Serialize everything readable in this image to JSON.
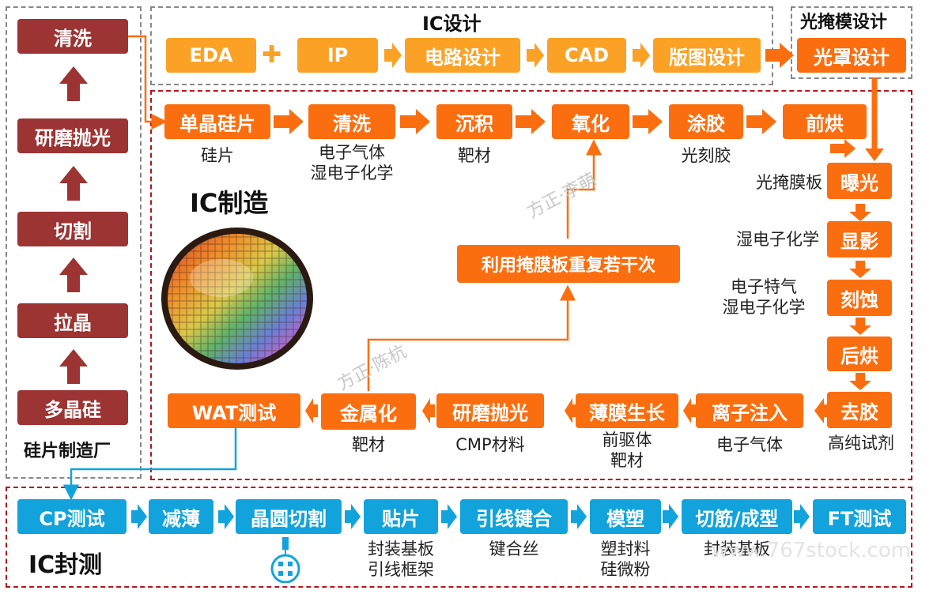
{
  "colors": {
    "wafer_box": "#9b3433",
    "process": "#fb6e0f",
    "design": "#fba226",
    "packaging": "#12a3dc",
    "border_red": "#b7121a",
    "border_gray": "#888888"
  },
  "wafer_fab": {
    "title": "硅片制造厂",
    "steps": [
      "清洗",
      "研磨抛光",
      "切割",
      "拉晶",
      "多晶硅"
    ]
  },
  "ic_design": {
    "title": "IC设计",
    "steps": [
      "EDA",
      "IP",
      "电路设计",
      "CAD",
      "版图设计"
    ],
    "plus": "✚"
  },
  "mask_design": {
    "title": "光掩模设计",
    "step": "光罩设计"
  },
  "ic_manufacturing": {
    "title": "IC制造",
    "row1": [
      {
        "step": "单晶硅片",
        "label": "硅片"
      },
      {
        "step": "清洗",
        "label": "电子气体\n湿电子化学"
      },
      {
        "step": "沉积",
        "label": "靶材"
      },
      {
        "step": "氧化",
        "label": ""
      },
      {
        "step": "涂胶",
        "label": "光刻胶"
      },
      {
        "step": "前烘",
        "label": ""
      }
    ],
    "column": [
      {
        "step": "曝光",
        "label": "光掩膜板"
      },
      {
        "step": "显影",
        "label": "湿电子化学"
      },
      {
        "step": "刻蚀",
        "label": "电子特气\n湿电子化学"
      },
      {
        "step": "后烘",
        "label": ""
      },
      {
        "step": "去胶",
        "label": "高纯试剂"
      }
    ],
    "row3": [
      {
        "step": "离子注入",
        "label": "电子气体"
      },
      {
        "step": "薄膜生长",
        "label": "前驱体\n靶材"
      },
      {
        "step": "研磨抛光",
        "label": "CMP材料"
      },
      {
        "step": "金属化",
        "label": "靶材"
      },
      {
        "step": "WAT测试",
        "label": ""
      }
    ],
    "repeat": "利用掩膜板重复若干次"
  },
  "ic_packaging": {
    "title": "IC封测",
    "steps": [
      {
        "step": "CP测试",
        "label": ""
      },
      {
        "step": "减薄",
        "label": ""
      },
      {
        "step": "晶圆切割",
        "label": ""
      },
      {
        "step": "贴片",
        "label": "封装基板\n引线框架"
      },
      {
        "step": "引线键合",
        "label": "键合丝"
      },
      {
        "step": "模塑",
        "label": "塑封料\n硅微粉"
      },
      {
        "step": "切筋/成型",
        "label": "封装基板"
      },
      {
        "step": "FT测试",
        "label": ""
      }
    ]
  },
  "watermarks": [
    "方正·李萌",
    "方正·陈杭",
    "www.767stock.com"
  ]
}
